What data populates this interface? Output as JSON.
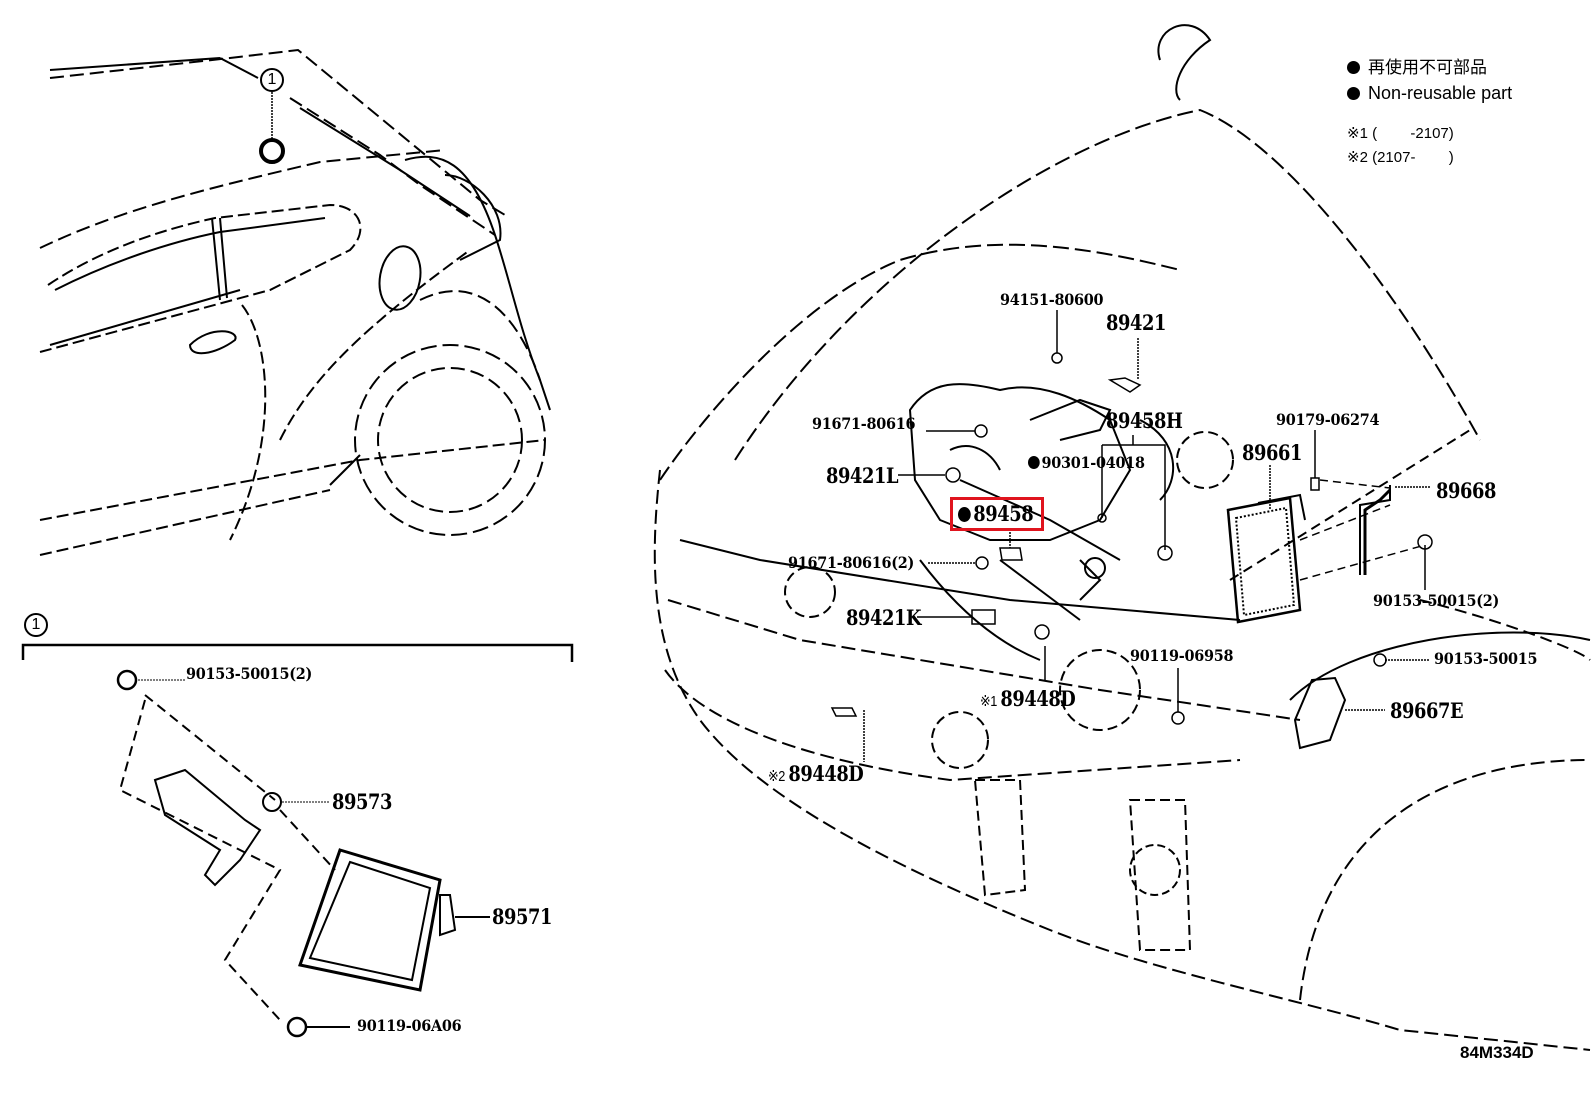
{
  "legend": {
    "non_reusable_jp": "再使用不可部品",
    "non_reusable_en": "Non-reusable part",
    "note1": "※1 (        -2107)",
    "note2": "※2 (2107-        )"
  },
  "callouts": {
    "ref1_top": "1",
    "ref1_detail": "1"
  },
  "parts": {
    "p94151_80600": "94151-80600",
    "p89421": "89421",
    "p91671_80616": "91671-80616",
    "p89458H": "89458H",
    "p90301_04018": "90301-04018",
    "p89421L": "89421L",
    "p89458": "89458",
    "p91671_80616_2": "91671-80616(2)",
    "p89421K": "89421K",
    "p90179_06274": "90179-06274",
    "p89661": "89661",
    "p89668": "89668",
    "p90153_50015_2_right": "90153-50015(2)",
    "p90119_06958": "90119-06958",
    "p90153_50015": "90153-50015",
    "p89667E": "89667E",
    "p89448D_1": "89448D",
    "p89448D_2": "89448D",
    "p89448D_1_ref": "※1",
    "p89448D_2_ref": "※2",
    "p90153_50015_2_left": "90153-50015(2)",
    "p89573": "89573",
    "p89571": "89571",
    "p90119_06A06": "90119-06A06"
  },
  "highlighted_part": "89458",
  "highlight_color": "#e0141e",
  "diagram_code": "84M334D"
}
